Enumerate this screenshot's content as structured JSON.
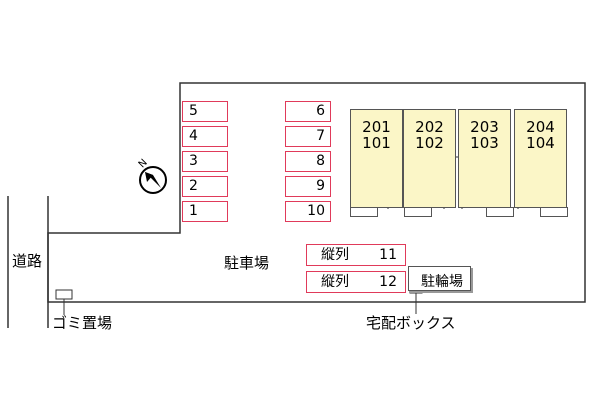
{
  "labels": {
    "road": "道路",
    "parking": "駐車場",
    "garbage": "ゴミ置場",
    "delivery_box": "宅配ボックス",
    "bicycle": "駐輪場"
  },
  "parking_left": [
    "5",
    "4",
    "3",
    "2",
    "1"
  ],
  "parking_right": [
    "6",
    "7",
    "8",
    "9",
    "10"
  ],
  "tandem": [
    {
      "kind": "縦列",
      "num": "11"
    },
    {
      "kind": "縦列",
      "num": "12"
    }
  ],
  "units": [
    {
      "upper": "201",
      "lower": "101"
    },
    {
      "upper": "202",
      "lower": "102"
    },
    {
      "upper": "203",
      "lower": "103"
    },
    {
      "upper": "204",
      "lower": "104"
    }
  ],
  "compass": {
    "letter": "N",
    "icon": "north-arrow-icon"
  },
  "colors": {
    "parking_border": "#e03a5a",
    "unit_fill": "#fbf6c7",
    "outline": "#555555"
  }
}
